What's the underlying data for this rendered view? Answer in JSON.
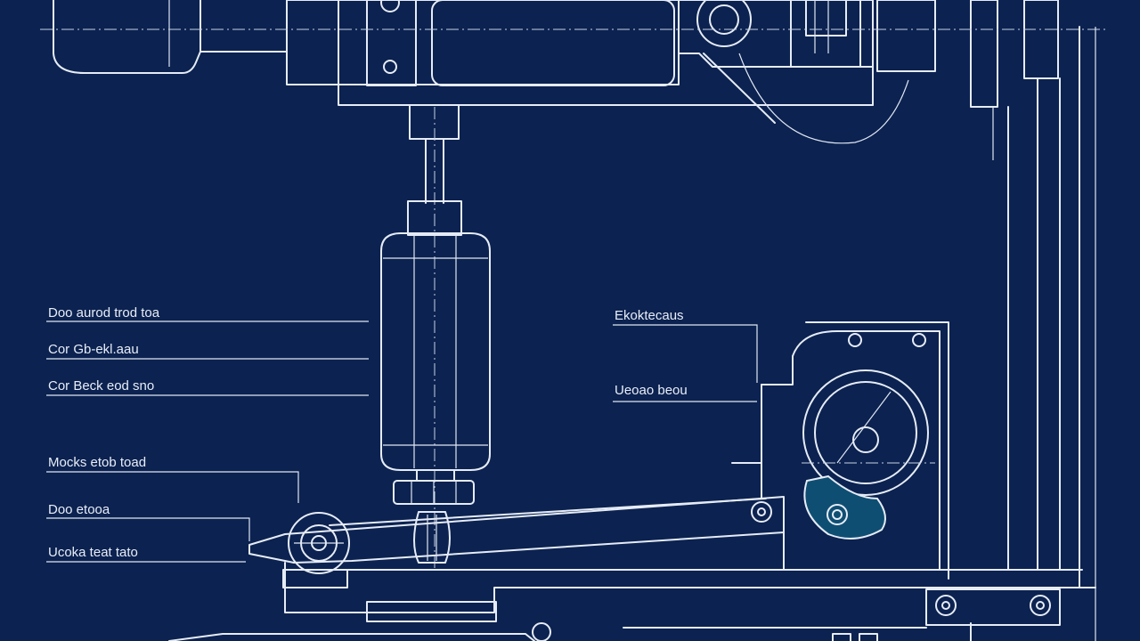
{
  "colors": {
    "background": "#0c2250",
    "line": "#e6ecf6",
    "accent_fill": "#0f4e73"
  },
  "labels": {
    "left": [
      "Doo aurod trod toa",
      "Cor Gb-ekl.aau",
      "Cor Beck eod sno",
      "Mocks etob toad",
      "Doo etooa",
      "Ucoka teat tato"
    ],
    "right": [
      "Ekoktecaus",
      "Ueoao beou"
    ]
  }
}
